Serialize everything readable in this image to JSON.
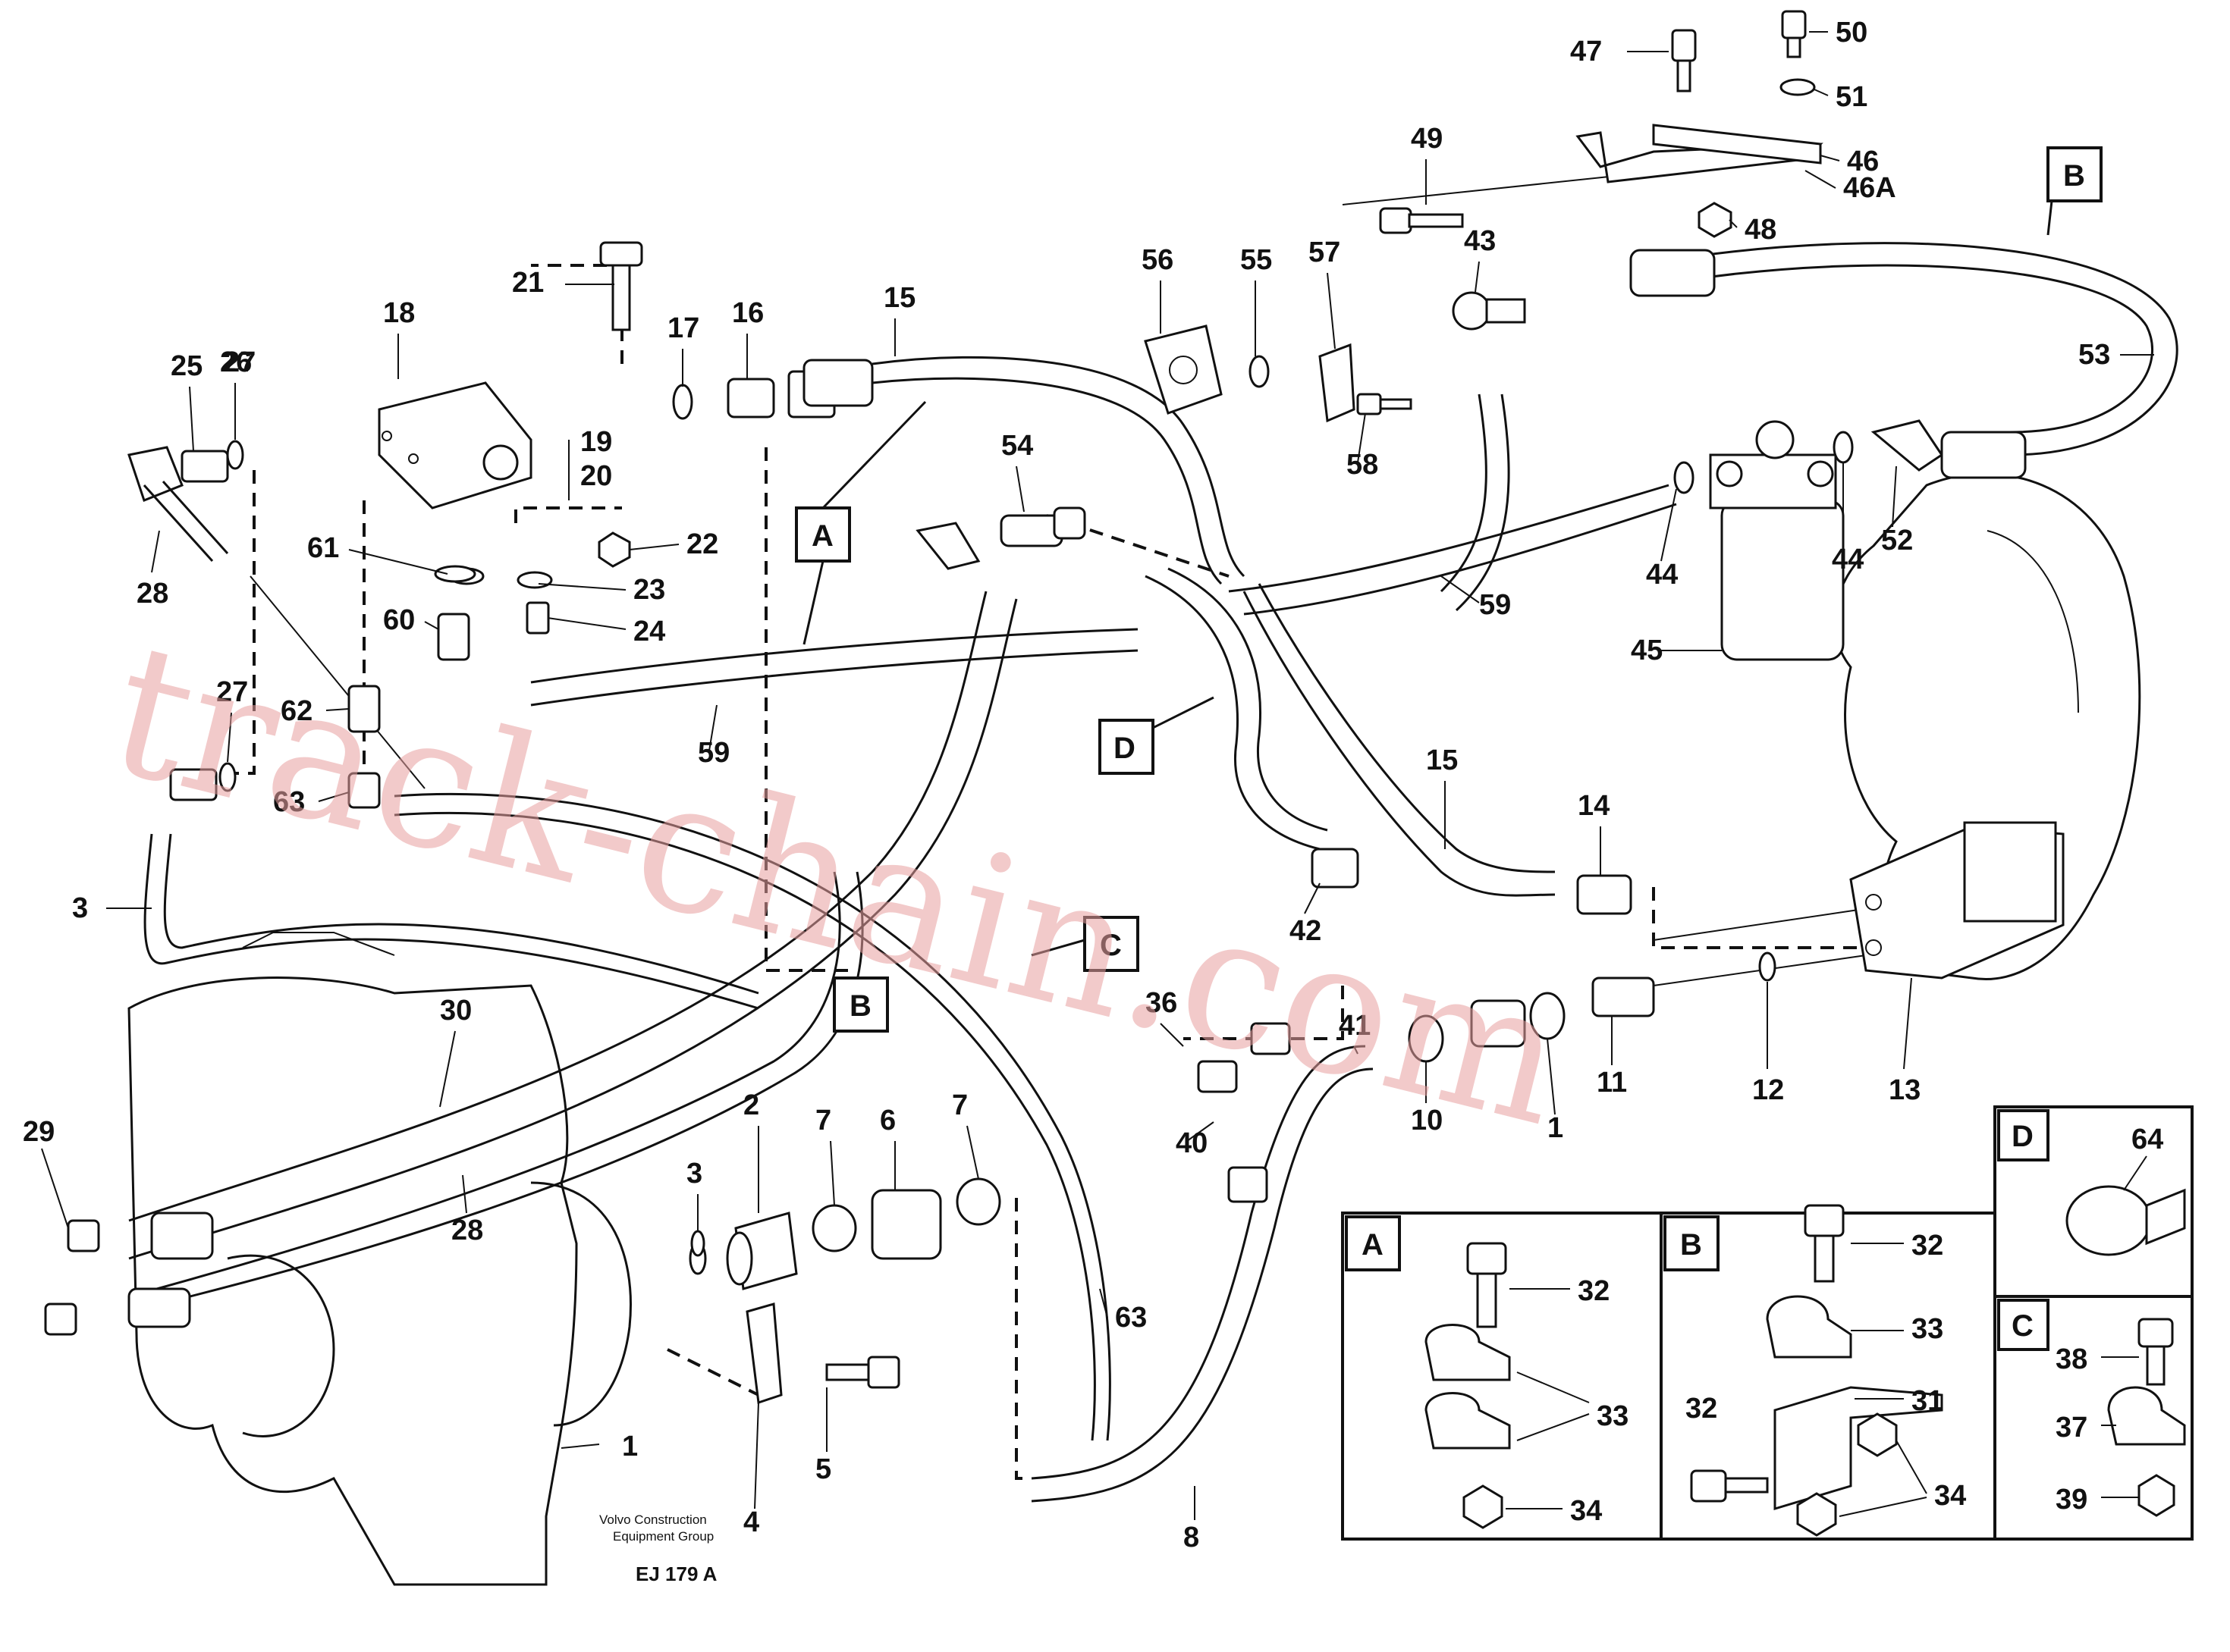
{
  "diagram": {
    "part_labels": [
      "1",
      "2",
      "3",
      "4",
      "5",
      "6",
      "7",
      "7",
      "8",
      "10",
      "11",
      "12",
      "13",
      "14",
      "15",
      "15",
      "16",
      "17",
      "18",
      "19",
      "20",
      "21",
      "22",
      "23",
      "24",
      "25",
      "26",
      "27",
      "27",
      "28",
      "28",
      "29",
      "30",
      "36",
      "40",
      "41",
      "42",
      "43",
      "44",
      "44",
      "45",
      "46",
      "46A",
      "47",
      "48",
      "49",
      "50",
      "51",
      "52",
      "53",
      "54",
      "55",
      "56",
      "57",
      "58",
      "59",
      "59",
      "60",
      "61",
      "62",
      "63",
      "63",
      "3",
      "1"
    ],
    "callout_boxes": [
      "A",
      "B",
      "C",
      "D",
      "B"
    ],
    "inset_A": {
      "title": "A",
      "labels": [
        "32",
        "33",
        "34"
      ]
    },
    "inset_B": {
      "title": "B",
      "labels": [
        "32",
        "33",
        "31",
        "32",
        "34"
      ]
    },
    "inset_C": {
      "title": "C",
      "labels": [
        "38",
        "37",
        "39"
      ]
    },
    "inset_D": {
      "title": "D",
      "labels": [
        "64"
      ]
    },
    "footer": {
      "line1": "Volvo Construction",
      "line2": "Equipment Group",
      "code": "EJ 179 A"
    },
    "watermark": "track-chain.com"
  }
}
